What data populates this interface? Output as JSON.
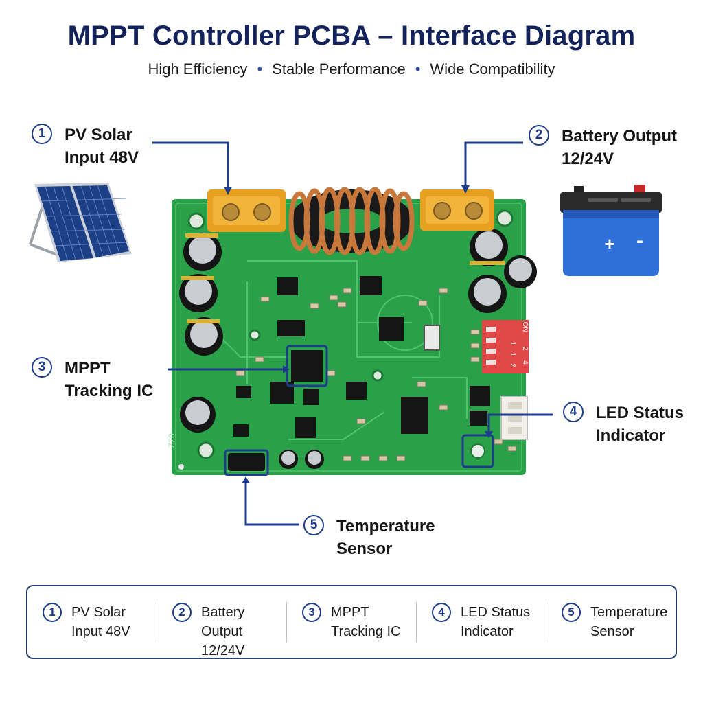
{
  "header": {
    "title": "MPPT Controller PCBA – Interface Diagram",
    "subtitle_items": [
      "High Efficiency",
      "Stable Performance",
      "Wide Compatibility"
    ]
  },
  "callouts": [
    {
      "number": "1",
      "line1": "PV Solar",
      "line2": "Input 48V"
    },
    {
      "number": "2",
      "line1": "Battery Output",
      "line2": "12/24V"
    },
    {
      "number": "3",
      "line1": "MPPT",
      "line2": "Tracking IC"
    },
    {
      "number": "4",
      "line1": "LED Status",
      "line2": "Indicator"
    },
    {
      "number": "5",
      "line1": "Temperature",
      "line2": "Sensor"
    }
  ],
  "board": {
    "dip_switch_labels": [
      "ON",
      "2",
      "4",
      "1",
      "1",
      "2"
    ],
    "silkscreen": "Z20"
  },
  "battery": {
    "plus": "+",
    "minus": "-"
  },
  "colors": {
    "title": "#14235c",
    "accent": "#1e3c8c",
    "pcb": "#2aa048",
    "connector": "#e8a020",
    "coil": "#c8783a",
    "battery": "#2f6fd8"
  },
  "icons": [
    "solar-panel-icon",
    "battery-icon"
  ]
}
